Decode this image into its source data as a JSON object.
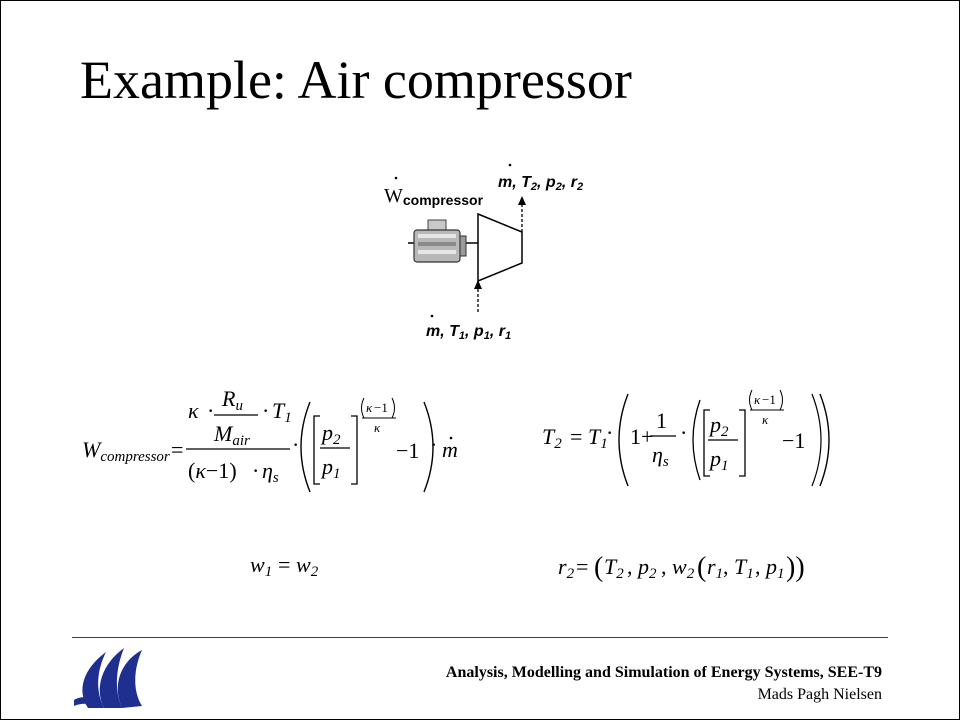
{
  "slide": {
    "title": "Example: Air compressor"
  },
  "diagram": {
    "power_label_main": "W",
    "power_label_sub": "compressor",
    "outlet_label": {
      "m": "m",
      "T": "T",
      "T_sub": "2",
      "p": "p",
      "p_sub": "2",
      "r": "r",
      "r_sub": "2"
    },
    "inlet_label": {
      "m": "m",
      "T": "T",
      "T_sub": "1",
      "p": "p",
      "p_sub": "1",
      "r": "r",
      "r_sub": "1"
    }
  },
  "equations": {
    "work": {
      "lhs": "W",
      "lhs_sub": "compressor",
      "kappa": "κ",
      "Ru": "R",
      "Ru_sub": "u",
      "T1": "T",
      "T1_sub": "1",
      "Mair": "M",
      "Mair_sub": "air",
      "eta": "η",
      "eta_sub": "s",
      "p2": "p",
      "p2_sub": "2",
      "p1": "p",
      "p1_sub": "1",
      "minus_one": "−1",
      "one": "1",
      "mdot": "m"
    },
    "temperature": {
      "lhs": "T",
      "lhs_sub": "2",
      "rhs_T": "T",
      "rhs_T_sub": "1",
      "one": "1",
      "plus": "+",
      "eta": "η",
      "eta_sub": "s",
      "p2": "p",
      "p2_sub": "2",
      "p1": "p",
      "p1_sub": "1",
      "kappa": "κ",
      "minus_one": "−1"
    },
    "humidity": {
      "w1": "w",
      "w1_sub": "1",
      "w2": "w",
      "w2_sub": "2"
    },
    "state": {
      "r2": "r",
      "r2_sub": "2",
      "T2": "T",
      "T2_sub": "2",
      "p2": "p",
      "p2_sub": "2",
      "w2": "w",
      "w2_sub": "2",
      "r1": "r",
      "r1_sub": "1",
      "T1": "T",
      "T1_sub": "1",
      "p1": "p",
      "p1_sub": "1"
    }
  },
  "footer": {
    "course": "Analysis, Modelling  and Simulation of Energy Systems, SEE-T9",
    "author": "Mads Pagh Nielsen"
  },
  "colors": {
    "footer_line": "#2b3a9a",
    "logo": "#1f2f8f"
  }
}
